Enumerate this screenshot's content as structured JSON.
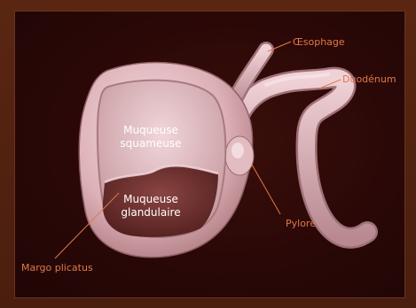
{
  "labels": {
    "oesophage": "Œsophage",
    "duodenum": "Duodénum",
    "muqueuse_squameuse_1": "Muqueuse",
    "muqueuse_squameuse_2": "squameuse",
    "muqueuse_glandulaire_1": "Muqueuse",
    "muqueuse_glandulaire_2": "glandulaire",
    "pylore": "Pylore",
    "margo_plicatus": "Margo plicatus"
  },
  "colors": {
    "background": "#4a1f10",
    "panel": "#2a0807",
    "tissue": "#e6c2c6",
    "tissue_shadow": "#b9878d",
    "glandular": "#7a3a38",
    "label_orange": "#e2784a",
    "label_white": "#ffffff"
  }
}
